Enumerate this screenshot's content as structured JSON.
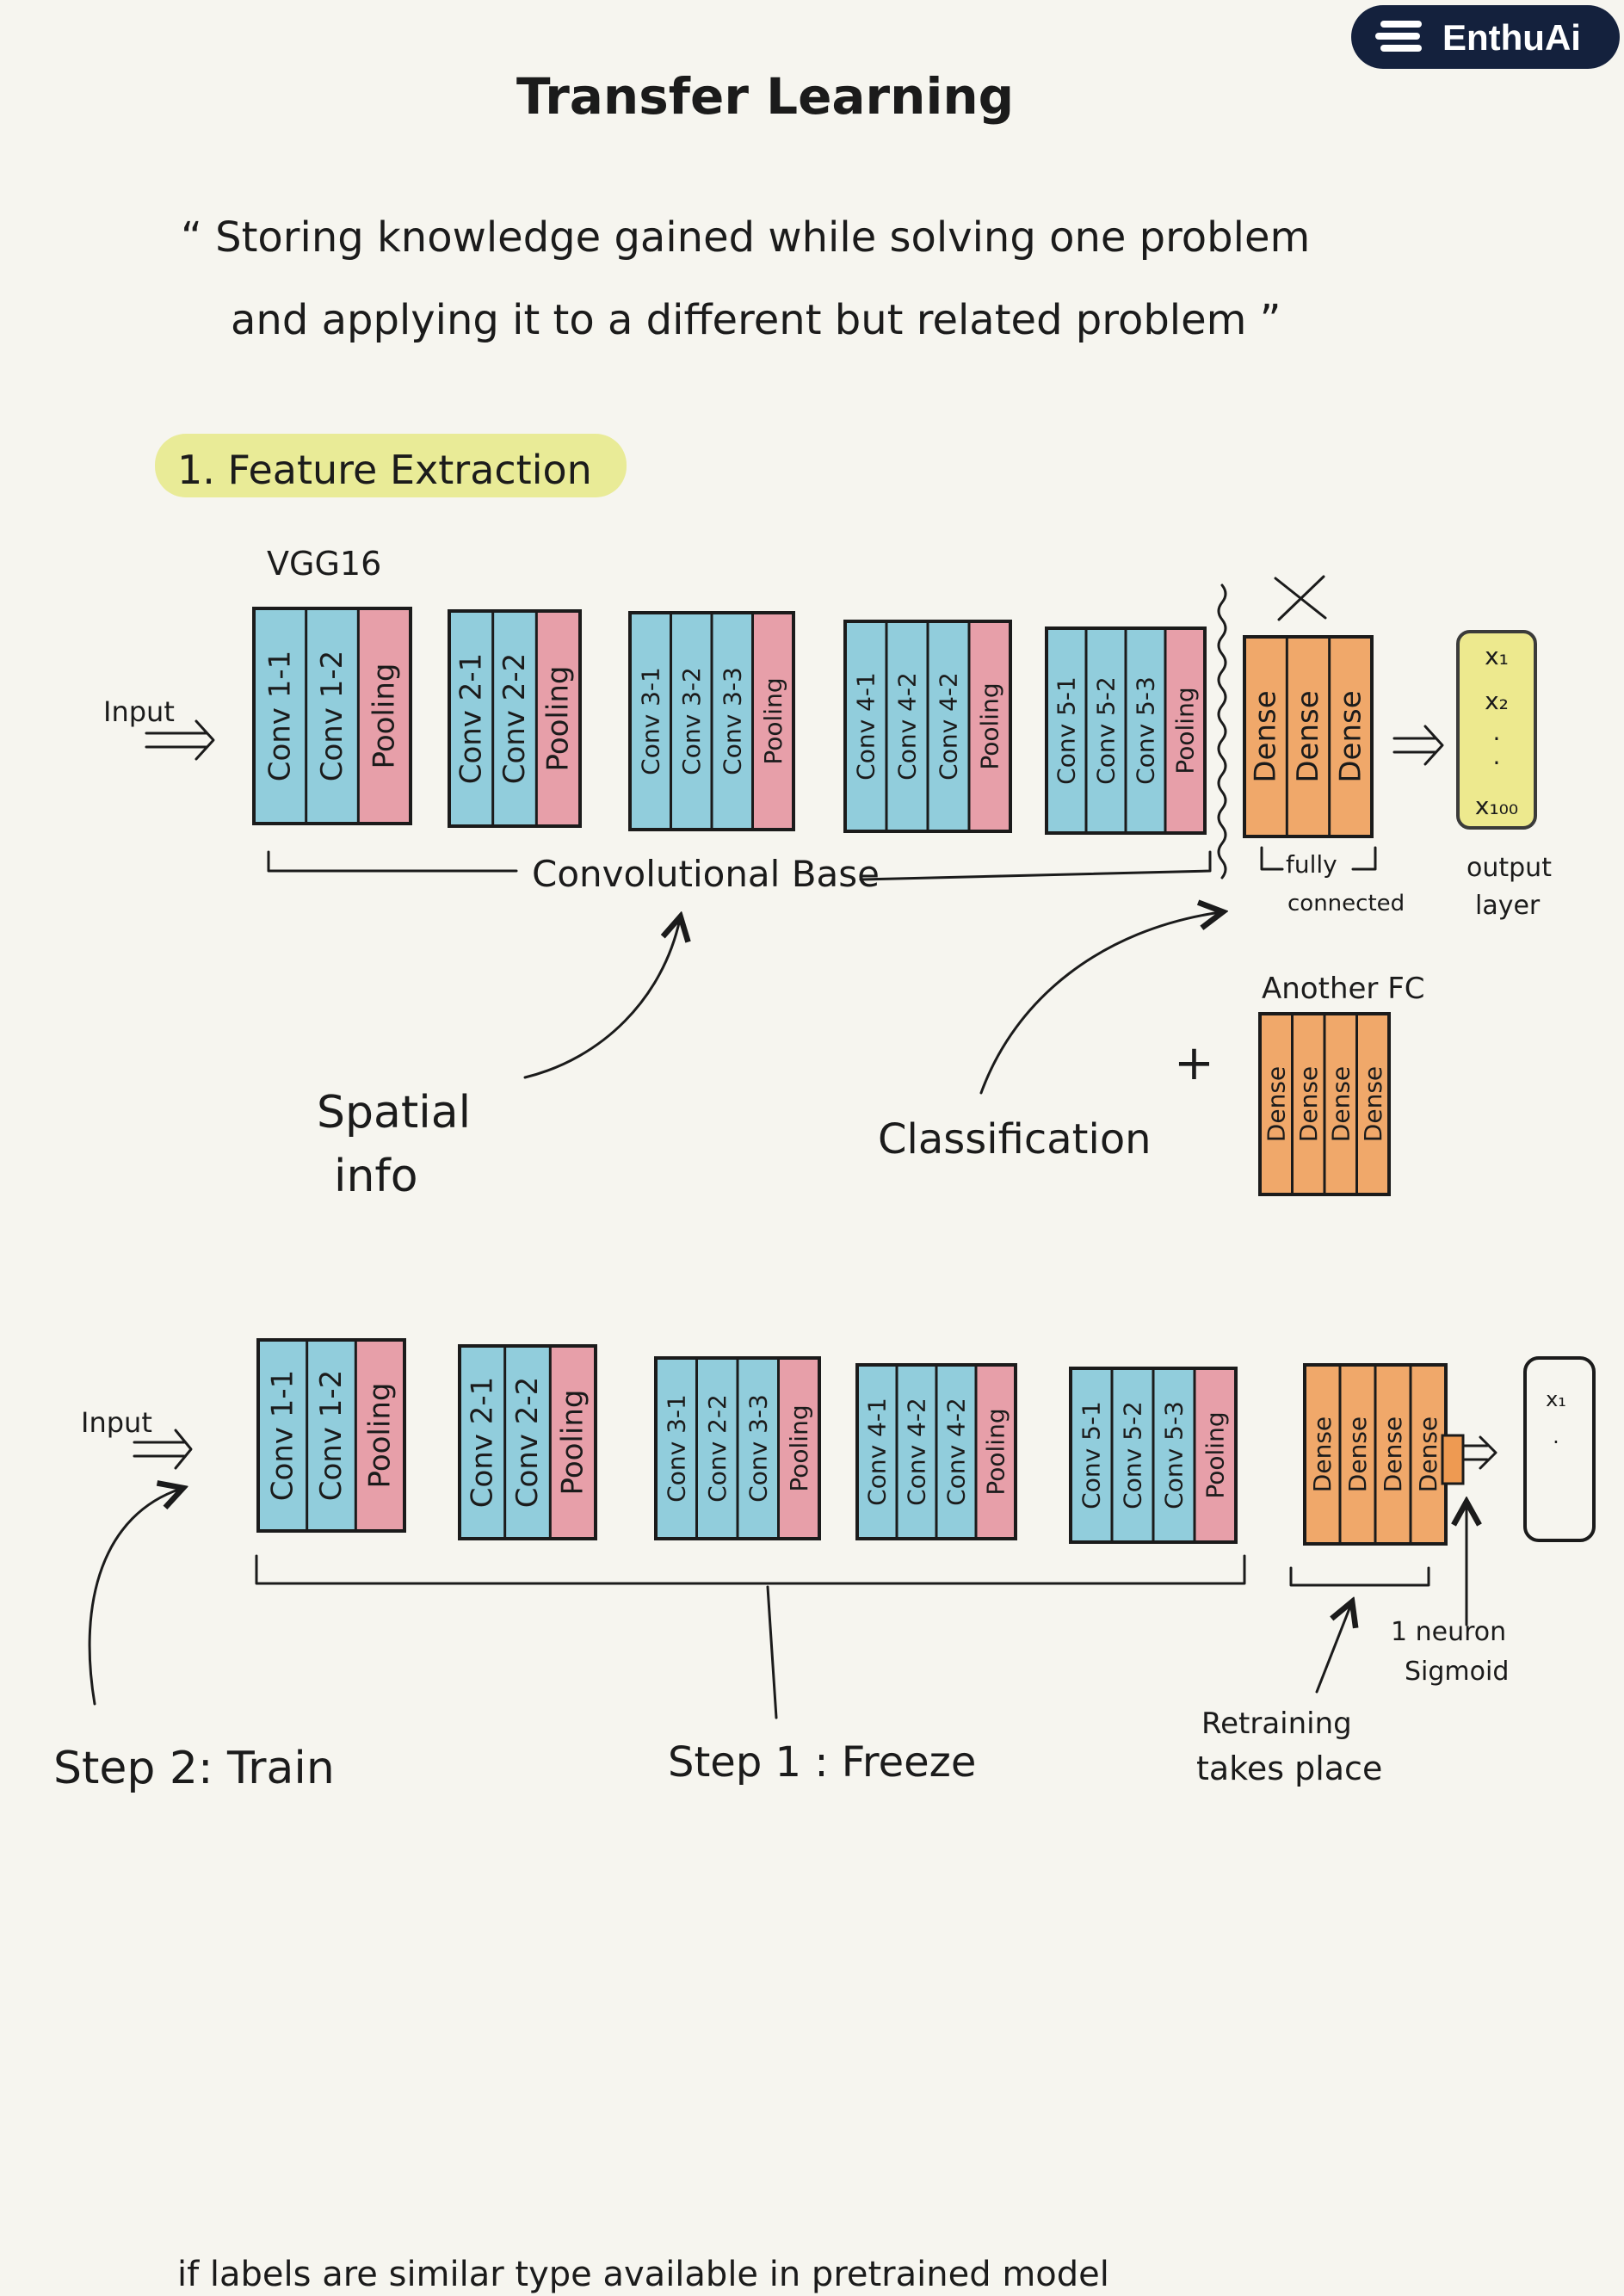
{
  "brand": {
    "name": "EnthuAi"
  },
  "title": "Transfer Learning",
  "quote": {
    "line1": "“ Storing knowledge gained while solving one problem",
    "line2": "and applying it to a different but related problem ”"
  },
  "section": {
    "label": "1. Feature Extraction",
    "highlight_color": "#e4e77a"
  },
  "diagram1": {
    "model_name": "VGG16",
    "input_label": "Input",
    "blocks": [
      [
        "Conv 1-1",
        "Conv 1-2",
        "Pooling"
      ],
      [
        "Conv 2-1",
        "Conv 2-2",
        "Pooling"
      ],
      [
        "Conv 3-1",
        "Conv 3-2",
        "Conv 3-3",
        "Pooling"
      ],
      [
        "Conv 4-1",
        "Conv 4-2",
        "Conv 4-2",
        "Pooling"
      ],
      [
        "Conv 5-1",
        "Conv 5-2",
        "Conv 5-3",
        "Pooling"
      ]
    ],
    "dense": [
      "Dense",
      "Dense",
      "Dense"
    ],
    "cross_mark": "X",
    "output": {
      "items": [
        "x₁",
        "x₂",
        "·",
        "·",
        "x₁₀₀"
      ],
      "label_line1": "output",
      "label_line2": "layer"
    },
    "conv_base_label": "Convolutional Base",
    "fully_connected_line1": "fully",
    "fully_connected_line2": "connected",
    "spatial_info_line1": "Spatial",
    "spatial_info_line2": "info",
    "classification_label": "Classification",
    "plus_sign": "+",
    "another_fc_label": "Another FC",
    "another_fc_dense": [
      "Dense",
      "Dense",
      "Dense",
      "Dense"
    ]
  },
  "diagram2": {
    "input_label": "Input",
    "blocks": [
      [
        "Conv 1-1",
        "Conv 1-2",
        "Pooling"
      ],
      [
        "Conv 2-1",
        "Conv 2-2",
        "Pooling"
      ],
      [
        "Conv 3-1",
        "Conv 2-2",
        "Conv 3-3",
        "Pooling"
      ],
      [
        "Conv 4-1",
        "Conv 4-2",
        "Conv 4-2",
        "Pooling"
      ],
      [
        "Conv 5-1",
        "Conv 5-2",
        "Conv 5-3",
        "Pooling"
      ]
    ],
    "dense": [
      "Dense",
      "Dense",
      "Dense",
      "Dense"
    ],
    "output_marks": [
      "x₁",
      "·"
    ],
    "neuron_line1": "1 neuron",
    "neuron_line2": "Sigmoid",
    "step2_label": "Step 2: Train",
    "step1_label": "Step 1 : Freeze",
    "retraining_line1": "Retraining",
    "retraining_line2": "takes place"
  },
  "footer_text": "if labels are similar type available in pretrained model",
  "colors": {
    "conv": "#7fc6d8",
    "pooling": "#e48f9c",
    "dense": "#ee9a52",
    "output": "#ece77e",
    "ink": "#1b1b1b",
    "brand": "#14213d"
  }
}
